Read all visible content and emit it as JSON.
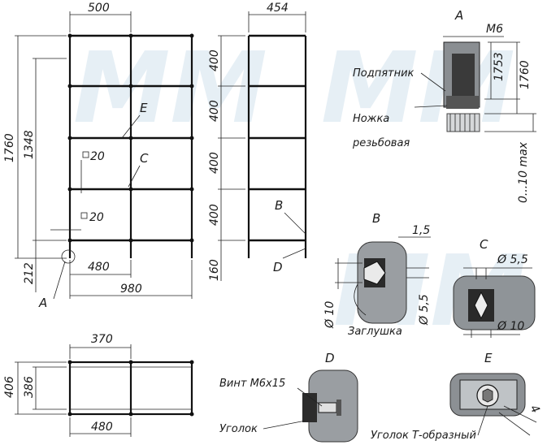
{
  "watermark": "MM",
  "front_view": {
    "width_top": "500",
    "height_total": "1760",
    "height_inner": "1348",
    "bottom_offset": "212",
    "width_half": "480",
    "width_total": "980",
    "tube_label_1": "20",
    "tube_label_2": "20",
    "callout_e": "E",
    "callout_c": "C",
    "callout_a": "A"
  },
  "side_view": {
    "depth": "454",
    "spacing_1": "400",
    "spacing_2": "400",
    "spacing_3": "400",
    "spacing_4": "400",
    "bottom": "160",
    "callout_b": "B",
    "callout_d": "D"
  },
  "detail_a": {
    "title": "A",
    "thread": "M6",
    "height_1753": "1753",
    "height_1760": "1760",
    "range": "0...10 max",
    "label_pad": "Подпятник",
    "label_foot_1": "Ножка",
    "label_foot_2": "резьбовая"
  },
  "detail_b": {
    "title": "B",
    "gap": "1,5",
    "dia_10": "Ø 10",
    "dia_55": "Ø 5,5",
    "label_plug": "Заглушка"
  },
  "detail_c": {
    "title": "C",
    "dia_55": "Ø 5,5",
    "dia_10": "Ø 10"
  },
  "top_view": {
    "depth_370": "370",
    "depth_406": "406",
    "depth_386": "386",
    "width_480": "480"
  },
  "detail_d": {
    "title": "D",
    "label_screw": "Винт М6х15",
    "label_corner": "Уголок"
  },
  "detail_e": {
    "title": "E",
    "label_corner": "Уголок Т-образный",
    "size_4": "4"
  }
}
